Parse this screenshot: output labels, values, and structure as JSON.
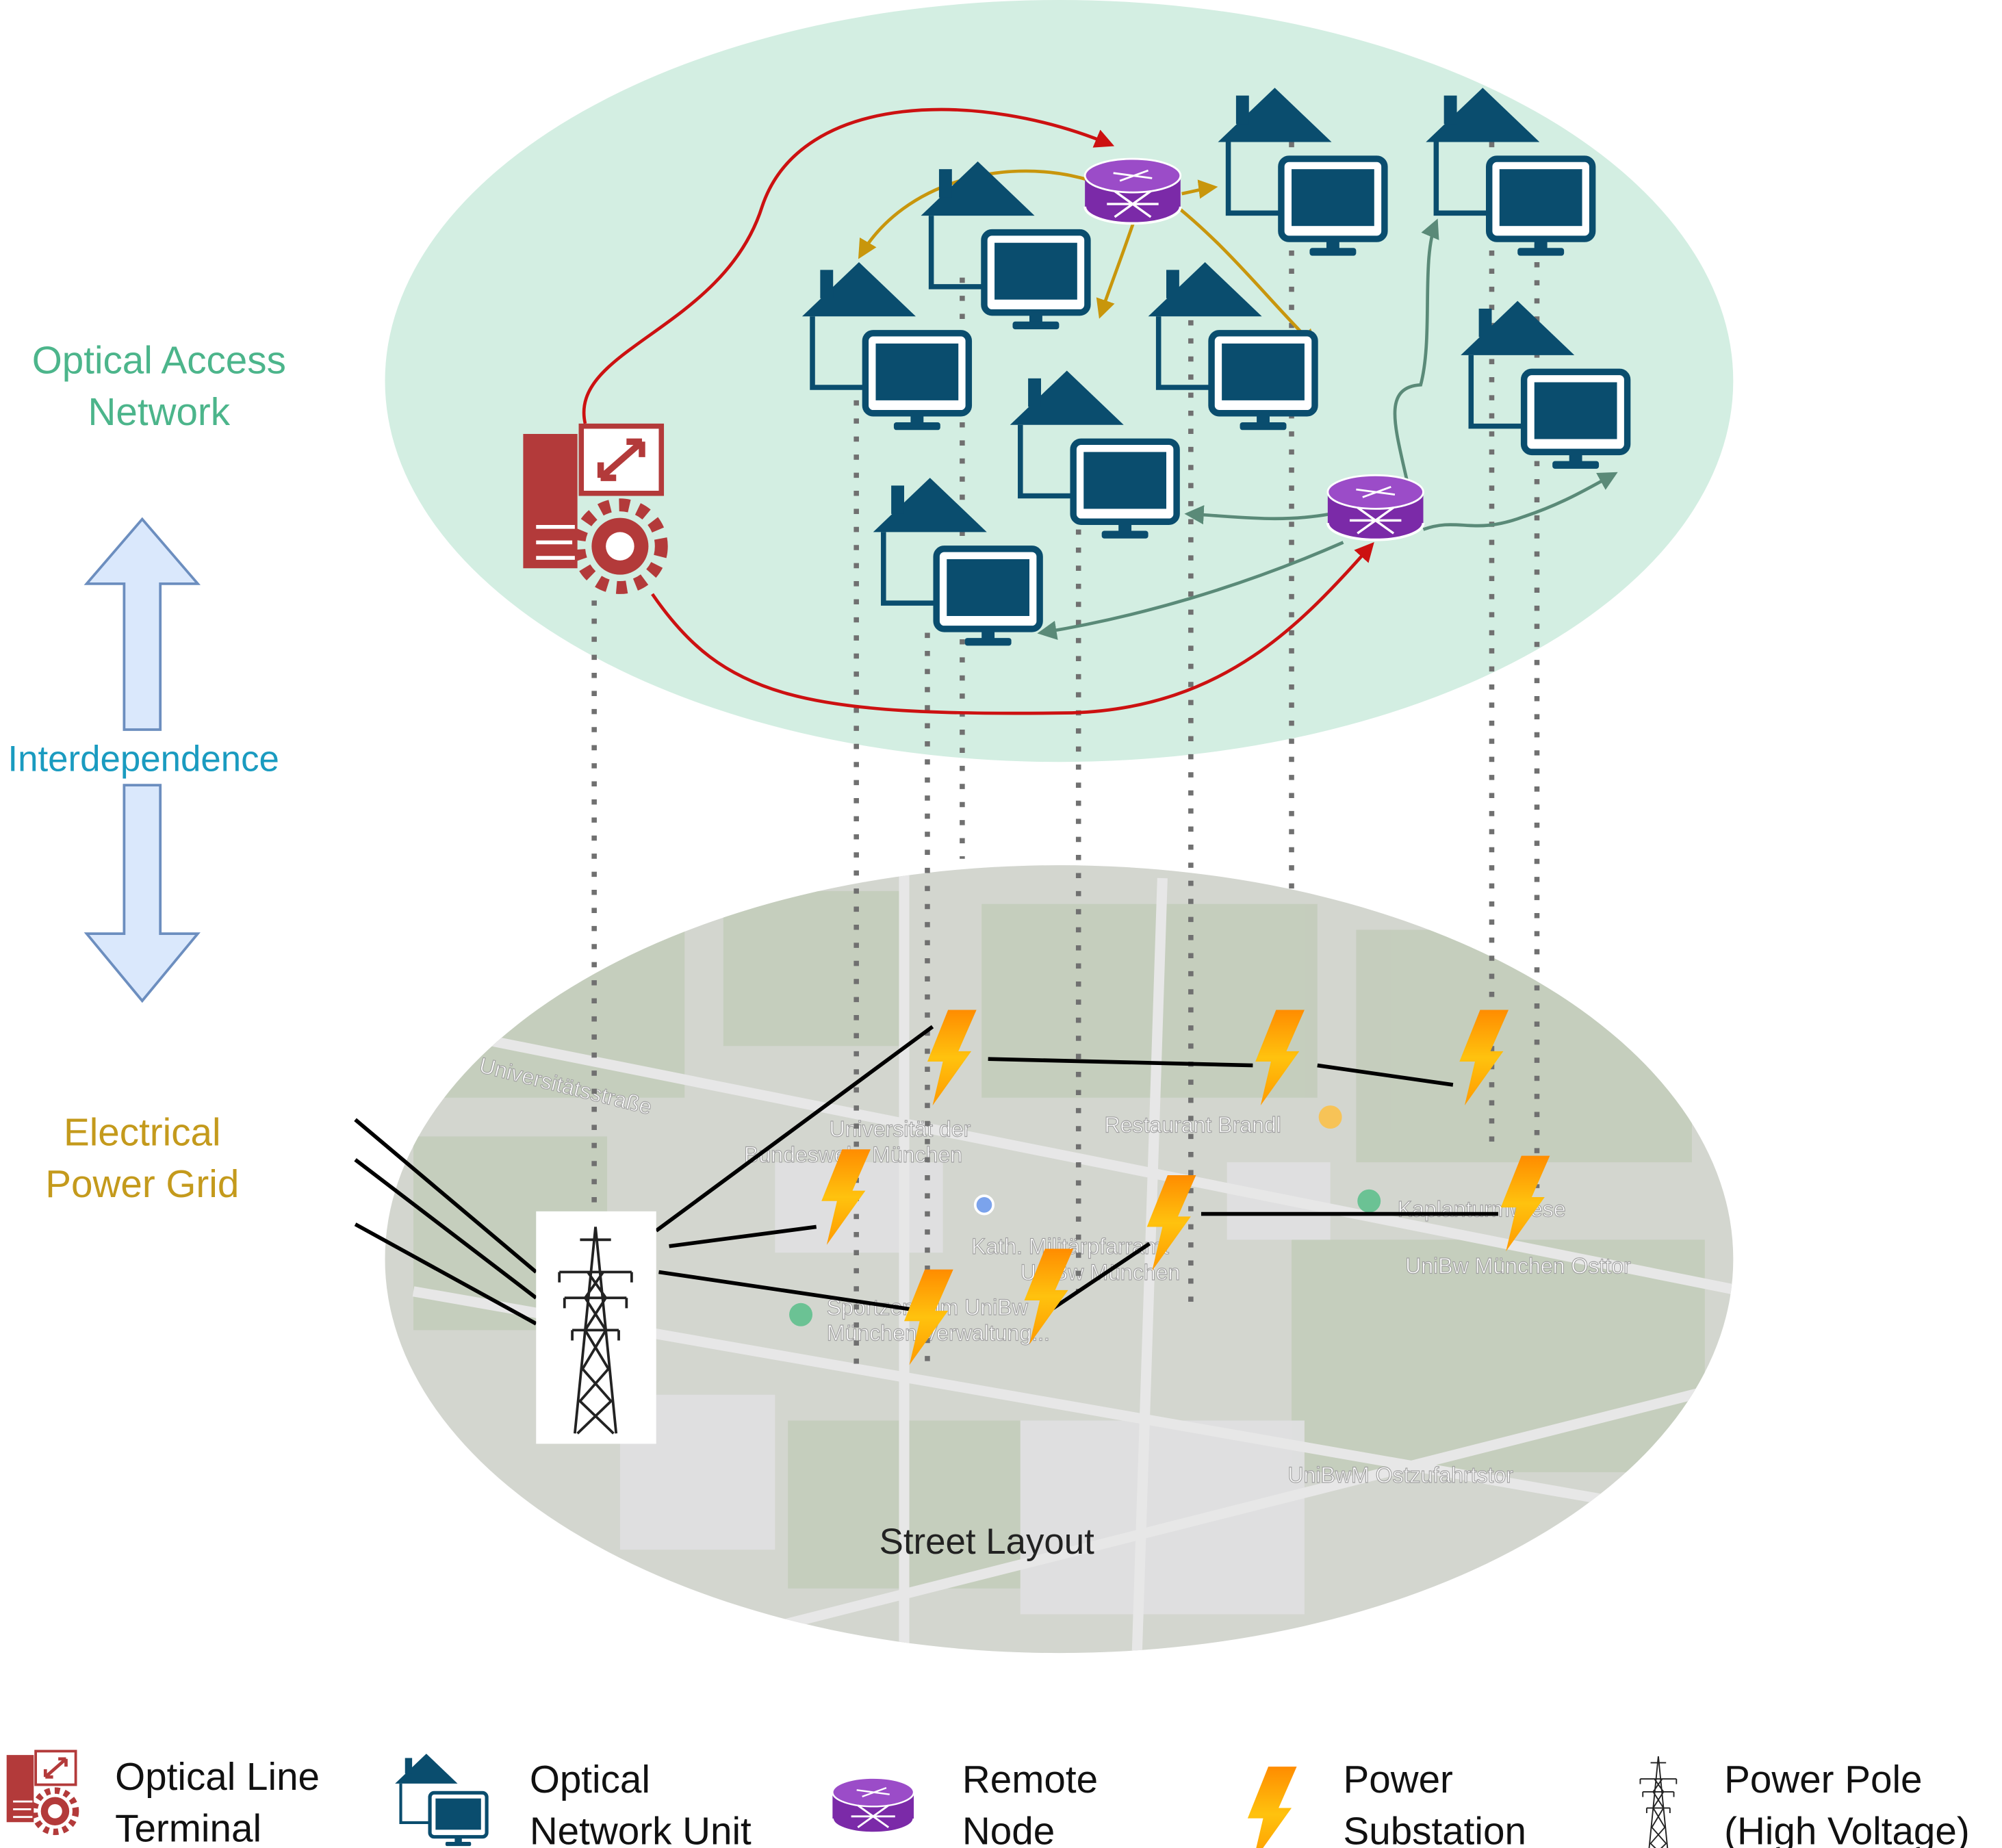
{
  "labels": {
    "access_network": [
      "Optical Access",
      "Network"
    ],
    "interdependence": "Interdependence",
    "power_grid": [
      "Electrical",
      "Power Grid"
    ],
    "street_layout": "Street Layout"
  },
  "map_labels": [
    "Universitätsstraße",
    "Universität der",
    "Bundeswehr München",
    "Restaurant Brandl",
    "Kaplanturmwiese",
    "UniBw München Osttor",
    "Kath. Militärpfarramt",
    "UniBw München",
    "Sportzentrum UniBw",
    "München Verwaltung...",
    "UniBwM Ostzufahrtstor"
  ],
  "legend": [
    {
      "icon": "optical-line-terminal-icon",
      "lines": [
        "Optical Line",
        "Terminal"
      ]
    },
    {
      "icon": "optical-network-unit-icon",
      "lines": [
        "Optical",
        "Network Unit"
      ]
    },
    {
      "icon": "remote-node-icon",
      "lines": [
        "Remote",
        "Node"
      ]
    },
    {
      "icon": "power-substation-icon",
      "lines": [
        "Power",
        "Substation"
      ]
    },
    {
      "icon": "power-pole-icon",
      "lines": [
        "Power Pole",
        "(High Voltage)"
      ]
    }
  ],
  "colors": {
    "access_bg": "#d3eee2",
    "olt": "#b33a3a",
    "onu": "#0a4d6e",
    "remote_node": "#7b2aa8",
    "feeder": "#cc1111",
    "distribution_gold": "#c8960c",
    "distribution_green": "#5a8a78",
    "access_text": "#4cb58b",
    "interdependence_text": "#1a9bc0",
    "grid_text": "#c49a1c"
  }
}
